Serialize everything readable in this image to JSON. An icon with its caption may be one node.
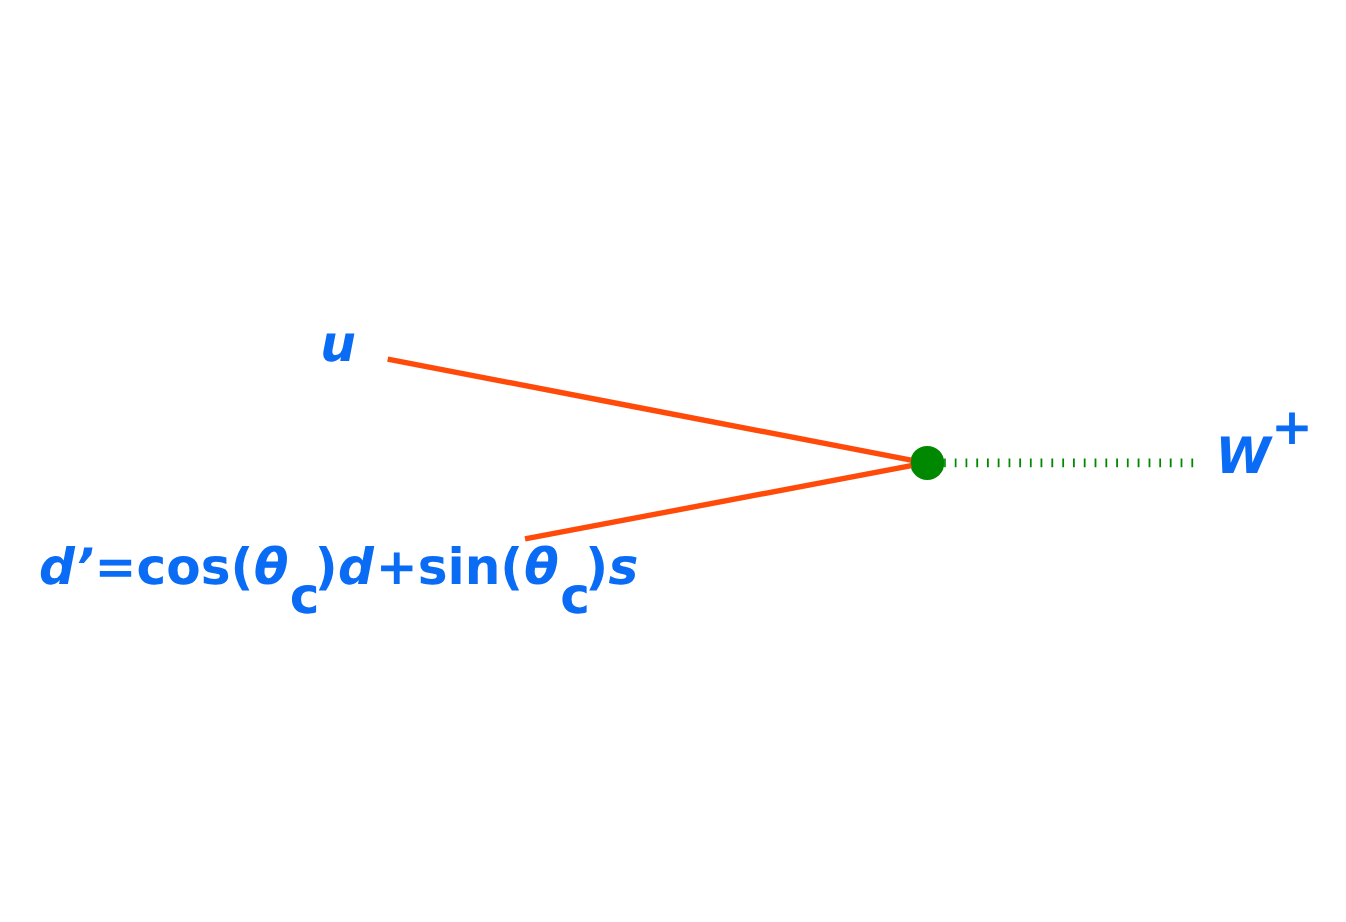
{
  "diagram": {
    "nodes": [
      {
        "text": [
          "*u*"
        ]
      },
      {
        "text": [],
        "shape": "circle"
      },
      {
        "text": [
          "*W*$^{+}$"
        ]
      },
      {
        "text": [
          "*d’*=cos(*θ*$_{c}$)*d*+sin(*θ*$_{c}$)*s*"
        ]
      }
    ],
    "edges": [
      {
        "from": 0,
        "to": 1,
        "arrow": "none"
      },
      {
        "from": 1,
        "to": 2,
        "arrow": "none",
        "style": "dashed",
        "color": "#008800"
      },
      {
        "from": 3,
        "to": 1,
        "arrow": "none"
      }
    ]
  }
}
